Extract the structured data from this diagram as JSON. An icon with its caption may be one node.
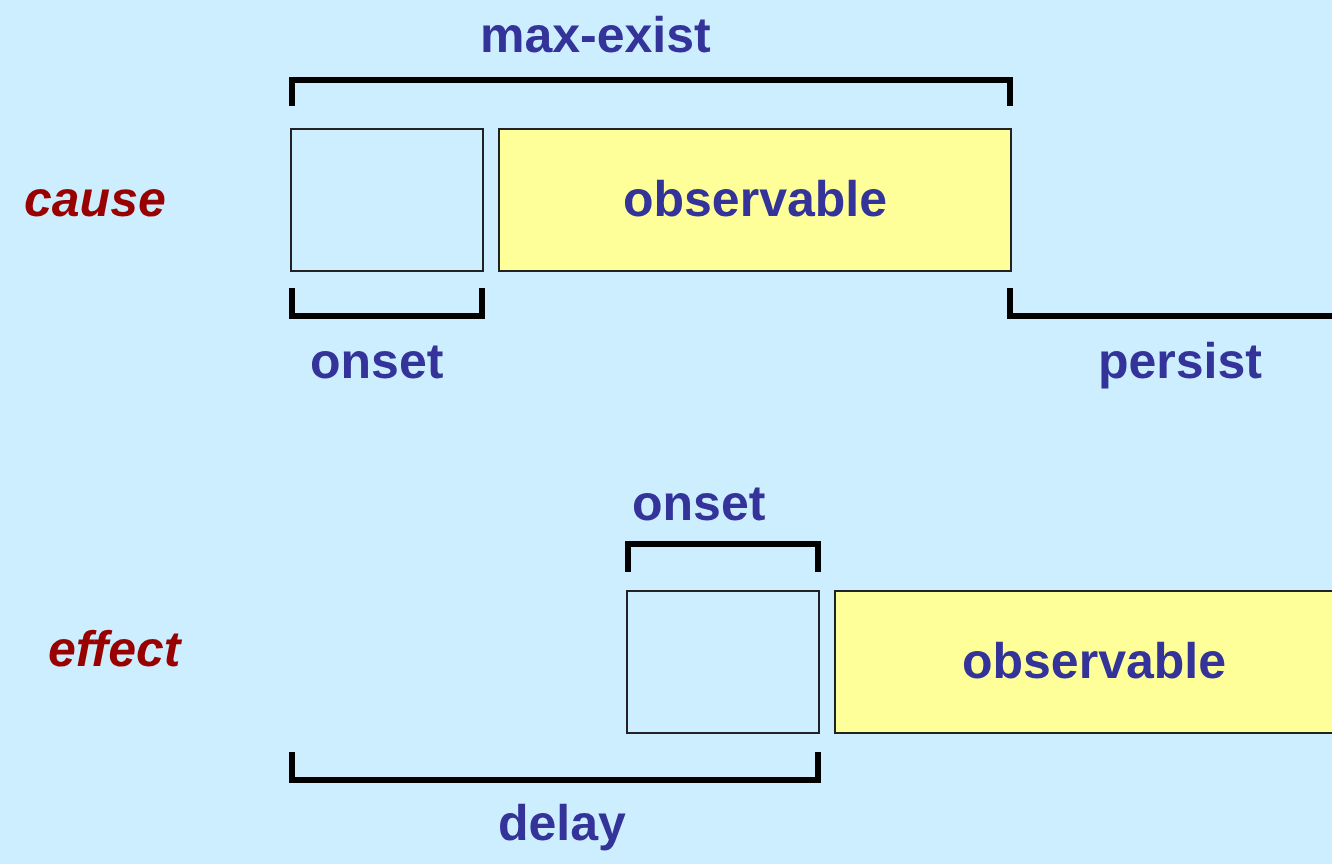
{
  "diagram": {
    "nodes": [
      {
        "text": [],
        "shape": "box"
      },
      {
        "text": [
          "observable"
        ]
      },
      {
        "text": [],
        "shape": "box"
      },
      {
        "text": [
          "observable"
        ]
      }
    ],
    "labels": [
      "max-exist",
      "cause",
      "onset",
      "persist",
      "onset",
      "effect",
      "delay"
    ]
  }
}
